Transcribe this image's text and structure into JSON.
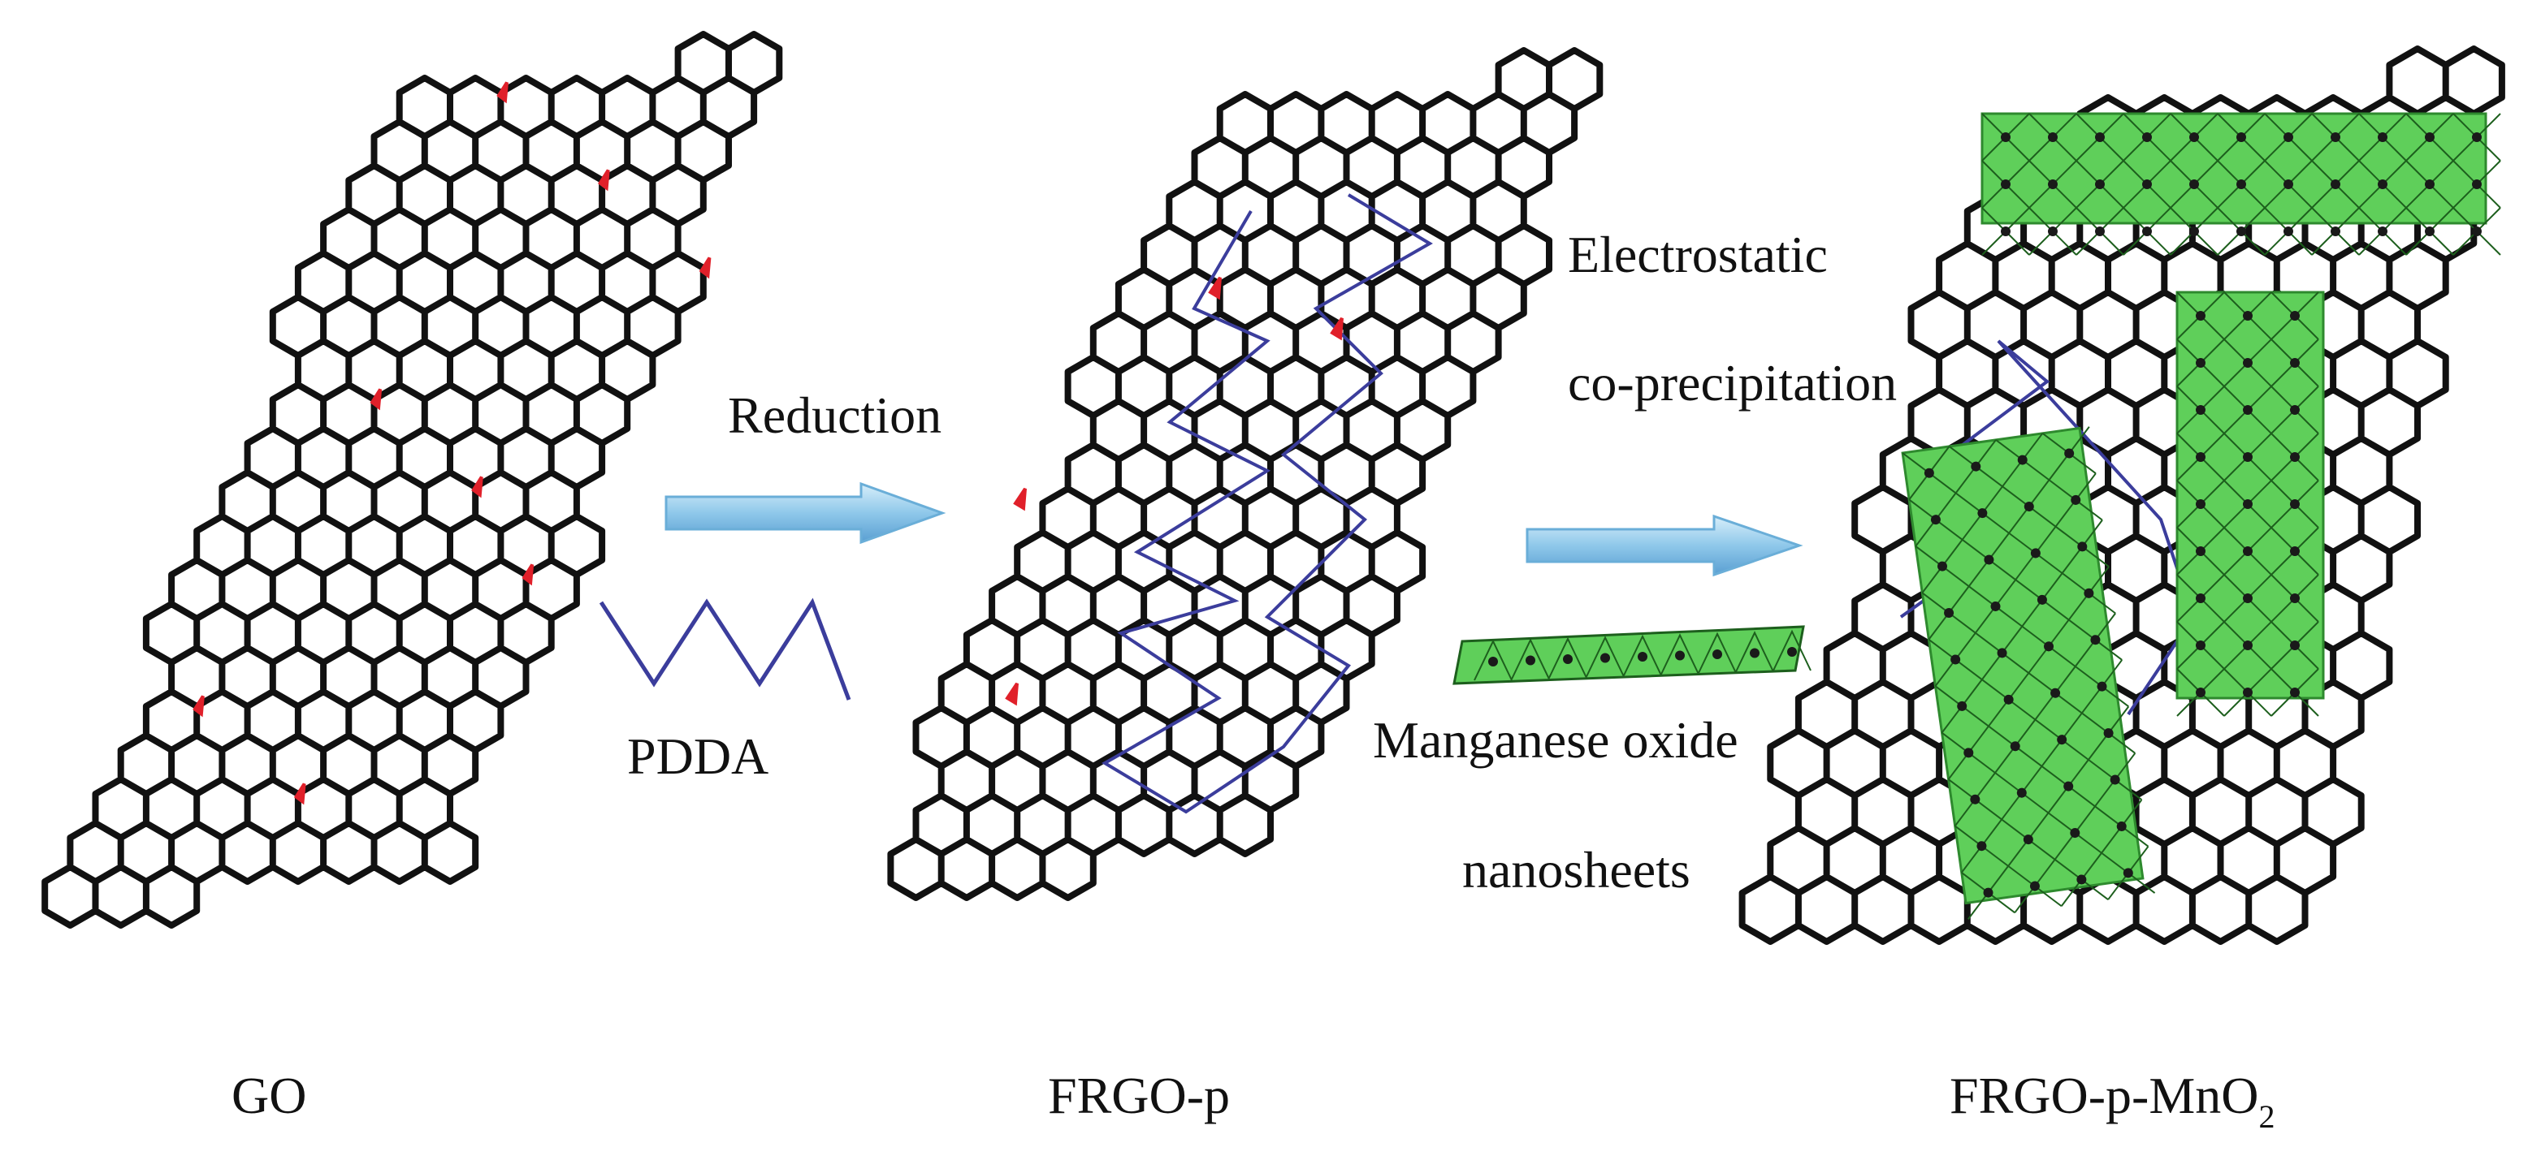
{
  "panels": {
    "go": {
      "title": "GO"
    },
    "frgo_p": {
      "title": "FRGO-p"
    },
    "frgo_p_mno2": {
      "title_main": "FRGO-p-MnO",
      "title_sub": "2"
    }
  },
  "steps": {
    "reduction": {
      "label": "Reduction"
    },
    "pdda": {
      "label": "PDDA"
    },
    "coprecip": {
      "line1": "Electrostatic",
      "line2": "co-precipitation"
    },
    "nanosheets": {
      "line1": "Manganese oxide",
      "line2": "nanosheets"
    }
  },
  "colors": {
    "lattice": "#111111",
    "oxygen_groups": "#e0202a",
    "pdda_chain": "#3b3d9c",
    "mno2_sheet": "#5fcf5a",
    "arrow": "#8fc8ea"
  }
}
